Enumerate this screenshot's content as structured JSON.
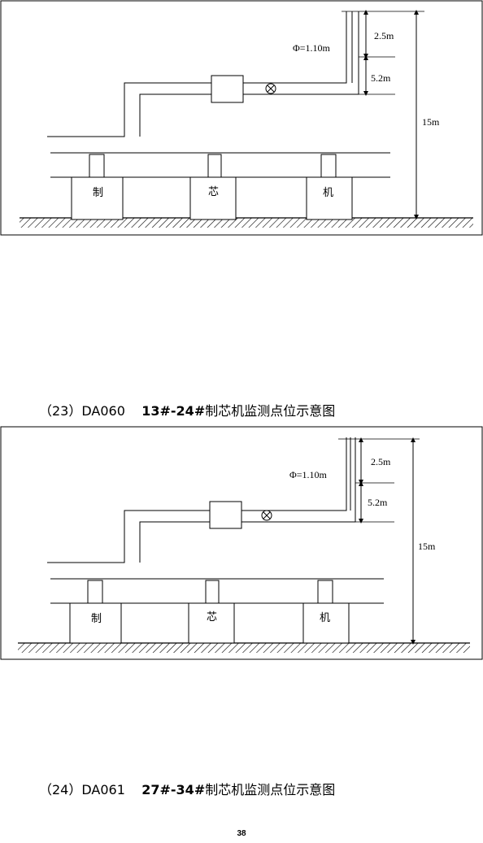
{
  "diagram1": {
    "dim_top": "2.5m",
    "dim_mid": "5.2m",
    "dim_total": "15m",
    "diameter": "Φ=1.10m",
    "machines": [
      "制",
      "芯",
      "机"
    ]
  },
  "caption1": {
    "prefix": "（23）DA060",
    "range": "13#-24#",
    "title": "制芯机监测点位示意图"
  },
  "diagram2": {
    "dim_top": "2.5m",
    "dim_mid": "5.2m",
    "dim_total": "15m",
    "diameter": "Φ=1.10m",
    "machines": [
      "制",
      "芯",
      "机"
    ]
  },
  "caption2": {
    "prefix": "（24）DA061",
    "range": "27#-34#",
    "title": "制芯机监测点位示意图"
  },
  "page_number": "38"
}
